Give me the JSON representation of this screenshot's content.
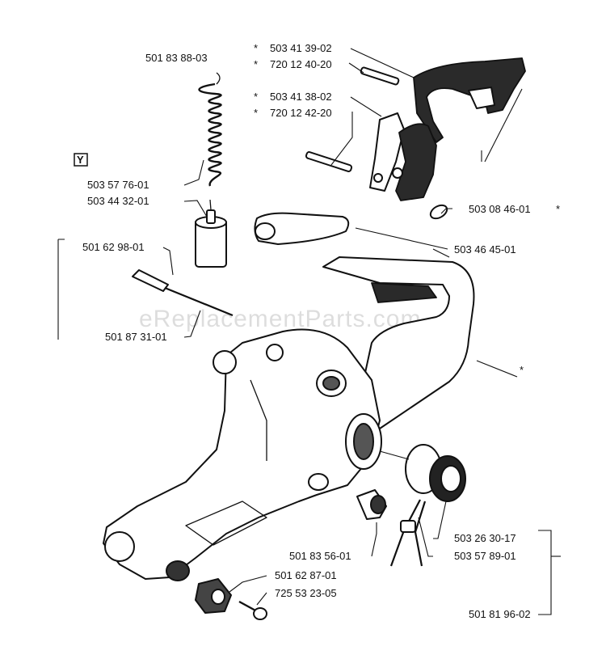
{
  "watermark": "eReplacementParts.com",
  "variant_marker": "Y",
  "parts": {
    "p01": "501 83 88-03",
    "p02": "503 41 39-02",
    "p03": "720 12 40-20",
    "p04": "503 41 38-02",
    "p05": "720 12 42-20",
    "p06": "503 57 76-01",
    "p07": "503 44 32-01",
    "p08": "503 08 46-01",
    "p09": "501 62 98-01",
    "p10": "503 46 45-01",
    "p11": "501 87 31-01",
    "p12": "501 83 56-01",
    "p13": "503 26 30-17",
    "p14": "503 57 89-01",
    "p15": "501 62 87-01",
    "p16": "725 53 23-05",
    "p17": "501 81 96-02"
  },
  "asterisk": "*"
}
